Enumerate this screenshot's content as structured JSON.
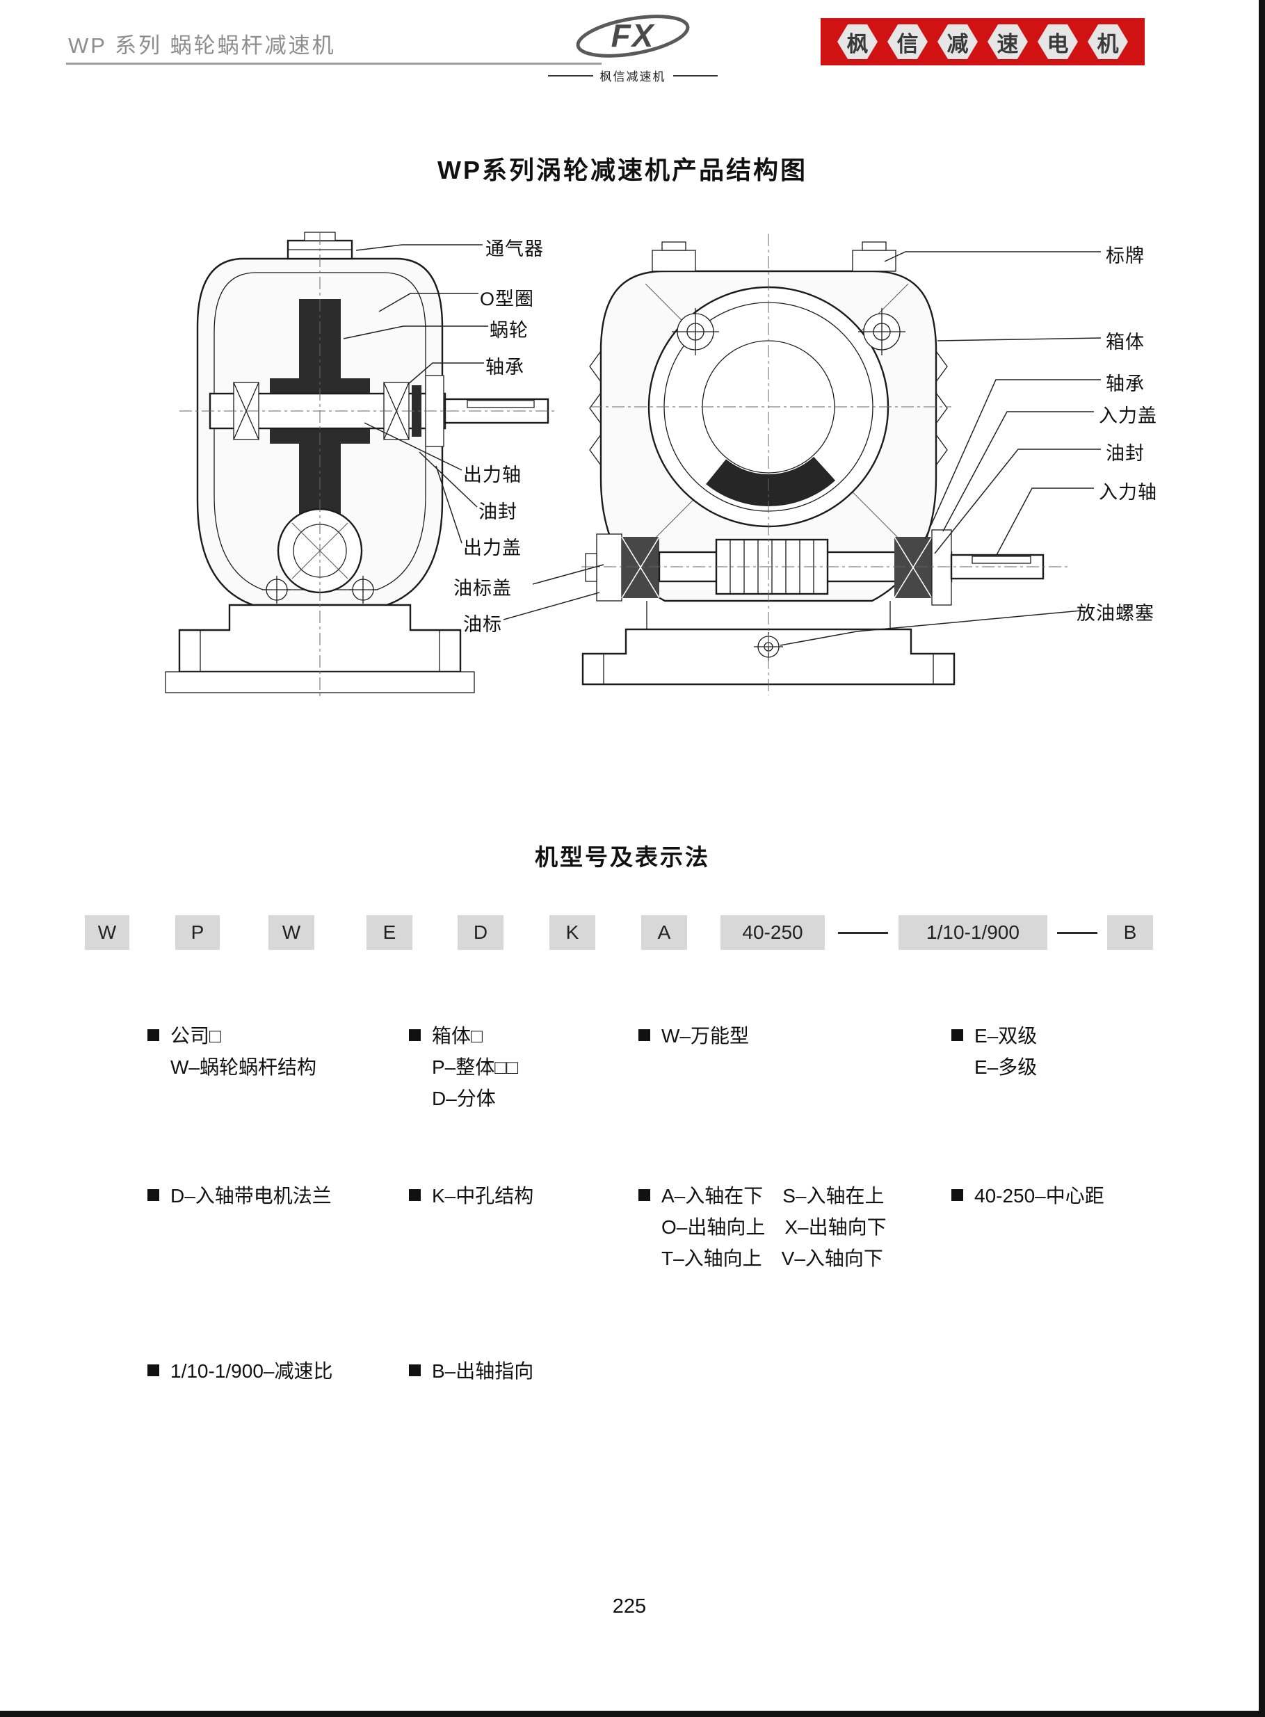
{
  "header": {
    "title": "WP 系列 蜗轮蜗杆减速机",
    "logo": {
      "text": "FX",
      "sub": "枫信减速机"
    },
    "banner": {
      "characters": [
        "枫",
        "信",
        "减",
        "速",
        "电",
        "机"
      ],
      "bg_color": "#d11212"
    }
  },
  "structure_diagram": {
    "title": "WP系列涡轮减速机产品结构图",
    "left_labels": [
      "通气器",
      "O型圈",
      "蜗轮",
      "轴承",
      "出力轴",
      "油封",
      "出力盖",
      "油标盖",
      "油标"
    ],
    "right_labels": [
      "标牌",
      "箱体",
      "轴承",
      "入力盖",
      "油封",
      "入力轴",
      "放油螺塞"
    ]
  },
  "model_code": {
    "title": "机型号及表示法",
    "codes": [
      "W",
      "P",
      "W",
      "E",
      "D",
      "K",
      "A",
      "40-250",
      "1/10-1/900",
      "B"
    ],
    "legend": [
      {
        "lines": [
          "公司□",
          "W–蜗轮蜗杆结构"
        ]
      },
      {
        "lines": [
          "箱体□",
          "P–整体□□",
          "D–分体"
        ]
      },
      {
        "lines": [
          "W–万能型"
        ]
      },
      {
        "lines": [
          "E–双级",
          "E–多级"
        ]
      },
      {
        "lines": [
          "D–入轴带电机法兰"
        ]
      },
      {
        "lines": [
          "K–中孔结构"
        ]
      },
      {
        "lines": [
          "A–入轴在下　S–入轴在上",
          "O–出轴向上　X–出轴向下",
          "T–入轴向上　V–入轴向下"
        ]
      },
      {
        "lines": [
          "40-250–中心距"
        ]
      },
      {
        "lines": [
          "1/10-1/900–减速比"
        ]
      },
      {
        "lines": [
          "B–出轴指向"
        ]
      }
    ]
  },
  "page": {
    "number": "225"
  }
}
